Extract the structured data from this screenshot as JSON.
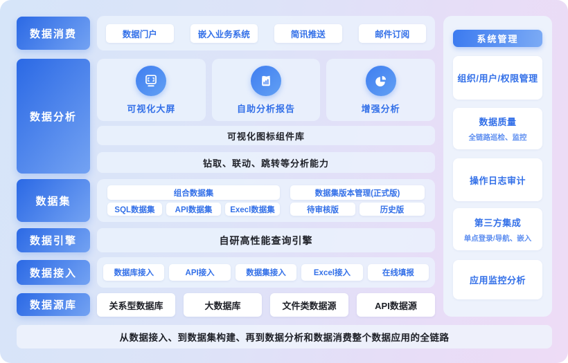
{
  "colors": {
    "accent": "#3370e8",
    "dark": "#1d1f26"
  },
  "left_rail": {
    "items": [
      {
        "label": "数据消费"
      },
      {
        "label": "数据分析"
      },
      {
        "label": "数据集"
      },
      {
        "label": "数据引擎"
      },
      {
        "label": "数据接入"
      },
      {
        "label": "数据源库"
      }
    ]
  },
  "consumption": {
    "buttons": [
      "数据门户",
      "嵌入业务系统",
      "简讯推送",
      "邮件订阅"
    ]
  },
  "analysis": {
    "cards": [
      {
        "label": "可视化大屏",
        "icon": "big-screen-icon"
      },
      {
        "label": "自助分析报告",
        "icon": "report-chart-icon"
      },
      {
        "label": "增强分析",
        "icon": "pie-chart-icon"
      }
    ],
    "bars": [
      "可视化图标组件库",
      "钻取、联动、跳转等分析能力"
    ]
  },
  "dataset": {
    "combined": {
      "primary": "组合数据集",
      "items": [
        "SQL数据集",
        "API数据集",
        "Execl数据集"
      ]
    },
    "version": {
      "primary": "数据集版本管理(正式版)",
      "items": [
        "待审核版",
        "历史版"
      ]
    }
  },
  "engine": {
    "label": "自研高性能查询引擎"
  },
  "access": {
    "buttons": [
      "数据库接入",
      "API接入",
      "数据集接入",
      "Excel接入",
      "在线填报"
    ]
  },
  "source": {
    "buttons": [
      "关系型数据库",
      "大数据库",
      "文件类数据源",
      "API数据源"
    ]
  },
  "footer": {
    "label": "从数据接入、到数据集构建、再到数据分析和数据消费整个数据应用的全链路"
  },
  "system": {
    "header": "系统管理",
    "cards": [
      {
        "title": "组织/用户/权限管理",
        "subtitle": ""
      },
      {
        "title": "数据质量",
        "subtitle": "全链路巡检、监控"
      },
      {
        "title": "操作日志审计",
        "subtitle": ""
      },
      {
        "title": "第三方集成",
        "subtitle": "单点登录/导航、嵌入"
      },
      {
        "title": "应用监控分析",
        "subtitle": ""
      }
    ]
  }
}
